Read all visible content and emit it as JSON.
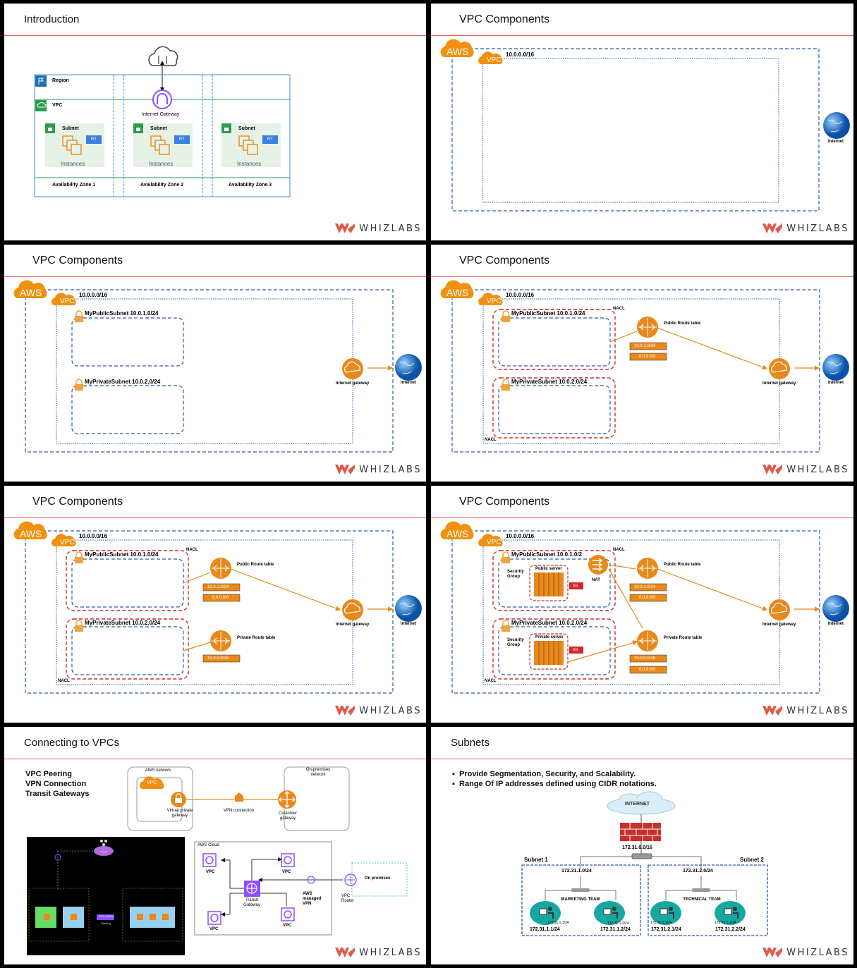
{
  "brand": {
    "logo_text": "WHIZLABS",
    "accent": "#e05a4a"
  },
  "slides": {
    "intro": {
      "title": "Introduction",
      "region": "Region",
      "vpc": "VPC",
      "igw": "Internet Gateway",
      "subnet": "Subnet",
      "rt": "RT",
      "instances": "Instances",
      "az": [
        "Availability Zone 1",
        "Availability Zone 2",
        "Availability Zone 3"
      ]
    },
    "vpc1": {
      "title": "VPC Components",
      "aws": "AWS",
      "vpc": "VPC",
      "cidr": "10.0.0.0/16",
      "internet": "Internet"
    },
    "vpc2": {
      "title": "VPC Components",
      "aws": "AWS",
      "vpc": "VPC",
      "cidr": "10.0.0.0/16",
      "public_subnet": "MyPublicSubnet 10.0.1.0/24",
      "private_subnet": "MyPrivateSubnet 10.0.2.0/24",
      "igw": "Internet gateway",
      "internet": "Internet"
    },
    "vpc3": {
      "title": "VPC Components",
      "aws": "AWS",
      "vpc": "VPC",
      "cidr": "10.0.0.0/16",
      "nacl": "NACL",
      "public_subnet": "MyPublicSubnet 10.0.1.0/24",
      "private_subnet": "MyPrivateSubnet 10.0.2.0/24",
      "public_rt": "Public Route table",
      "routes": [
        "10.0.1.0/24",
        "0.0.0.0/0"
      ],
      "igw": "Internet gateway",
      "internet": "Internet"
    },
    "vpc4": {
      "title": "VPC Components",
      "aws": "AWS",
      "vpc": "VPC",
      "cidr": "10.0.0.0/16",
      "nacl": "NACL",
      "public_subnet": "MyPublicSubnet 10.0.1.0/24",
      "private_subnet": "MyPrivateSubnet 10.0.2.0/24",
      "public_rt": "Public Route table",
      "public_routes": [
        "10.0.1.0/24",
        "0.0.0.0/0"
      ],
      "private_rt": "Private Route table",
      "private_routes": [
        "10.0.0.0/16"
      ],
      "igw": "Internet gateway",
      "internet": "Internet"
    },
    "vpc5": {
      "title": "VPC Components",
      "aws": "AWS",
      "vpc": "VPC",
      "cidr": "10.0.0.0/16",
      "nacl": "NACL",
      "public_subnet": "MyPublicSubnet 10.0.1.0/2",
      "private_subnet": "MyPrivateSubnet 10.0.2.0/24",
      "security_group": "Security Group",
      "public_server": "Public server",
      "private_server": "Private server",
      "sg": "SG",
      "nat": "NAT",
      "public_rt": "Public Route table",
      "public_routes": [
        "10.0.1.0/24",
        "0.0.0.0/0"
      ],
      "private_rt": "Private Route table",
      "private_routes": [
        "10.0.0.0/16",
        "0.0.0.0/0"
      ],
      "igw": "Internet gateway",
      "internet": "Internet"
    },
    "connect": {
      "title": "Connecting to VPCs",
      "list": [
        "VPC Peering",
        "VPN Connection",
        "Transit Gateways"
      ],
      "aws_network": "AWS network",
      "vpc": "VPC",
      "vpg": "Virtual private gateway",
      "vpn_conn": "VPN connection",
      "onprem_network": "On-premises network",
      "customer_gw": "Customer gateway",
      "aws_cloud": "AWS Cloud",
      "tgw": "Transit Gateway",
      "managed_vpn": "AWS managed VPN",
      "vpc_router": "VPC Router",
      "on_premises": "On premises",
      "peering_pcx": "PCX-XXXX",
      "peering": "Peering"
    },
    "subnets": {
      "title": "Subnets",
      "bullets": [
        "Provide Segmentation, Security, and Scalability.",
        "Range Of IP addresses defined using CIDR notations."
      ],
      "internet": "INTERNET",
      "cidr": "172.31.0.0/16",
      "subnet1": "Subnet 1",
      "subnet2": "Subnet 2",
      "s1_cidr": "172.31.1.0/24",
      "s2_cidr": "172.31.2.0/24",
      "team1": "MARKETING TEAM",
      "team2": "TECHNICAL TEAM",
      "hosts1": [
        "172.31.1.1/24",
        "172.31.1.2/24"
      ],
      "hosts2": [
        "172.31.2.1/24",
        "172.31.2.2/24"
      ]
    }
  }
}
